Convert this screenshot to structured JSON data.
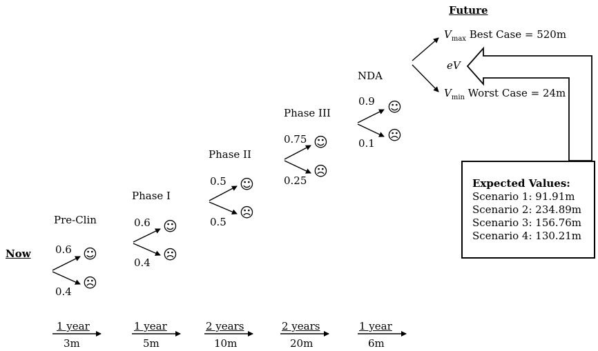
{
  "now_label": "Now",
  "future_label": "Future",
  "stages": [
    {
      "name": "Pre-Clin",
      "p_up": "0.6",
      "p_down": "0.4"
    },
    {
      "name": "Phase I",
      "p_up": "0.6",
      "p_down": "0.4"
    },
    {
      "name": "Phase II",
      "p_up": "0.5",
      "p_down": "0.5"
    },
    {
      "name": "Phase III",
      "p_up": "0.75",
      "p_down": "0.25"
    },
    {
      "name": "NDA",
      "p_up": "0.9",
      "p_down": "0.1"
    }
  ],
  "timeline": [
    {
      "duration": "1 year",
      "cost": "3m"
    },
    {
      "duration": "1 year",
      "cost": "5m"
    },
    {
      "duration": "2 years",
      "cost": "10m"
    },
    {
      "duration": "2 years",
      "cost": "20m"
    },
    {
      "duration": "1 year",
      "cost": "6m"
    }
  ],
  "outcomes": {
    "vmax_symbol": "V",
    "vmax_sub": "max",
    "best_case": "Best Case = 520m",
    "ev_label": "eV",
    "vmin_symbol": "V",
    "vmin_sub": "min",
    "worst_case": "Worst Case = 24m"
  },
  "expected_values": {
    "title": "Expected Values:",
    "items": [
      "Scenario 1: 91.91m",
      "Scenario 2: 234.89m",
      "Scenario 3: 156.76m",
      "Scenario 4: 130.21m"
    ]
  },
  "icons": {
    "success": "smiley-icon",
    "failure": "frown-icon"
  }
}
